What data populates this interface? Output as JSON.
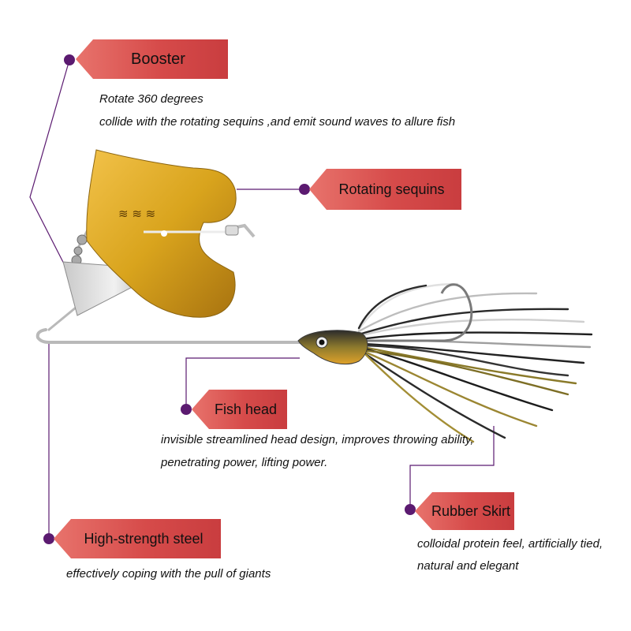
{
  "colors": {
    "accent_line": "#5b1a70",
    "tag_fill": "#d64b4a",
    "blade_gold": "#d9a41d",
    "skirt_olive": "#8a7a2a"
  },
  "callouts": {
    "booster": {
      "title": "Booster",
      "lines": [
        "Rotate 360 degrees",
        "collide with the rotating sequins ,and emit sound waves to allure fish"
      ]
    },
    "rotating_sequins": {
      "title": "Rotating sequins"
    },
    "fish_head": {
      "title": "Fish head",
      "lines": [
        "invisible streamlined head design, improves throwing ability,",
        "penetrating power, lifting power."
      ]
    },
    "rubber_skirt": {
      "title": "Rubber Skirt",
      "lines": [
        "colloidal protein feel, artificially tied,",
        "natural and elegant"
      ]
    },
    "steel": {
      "title": "High-strength steel",
      "lines": [
        "effectively coping with the pull of giants"
      ]
    }
  }
}
